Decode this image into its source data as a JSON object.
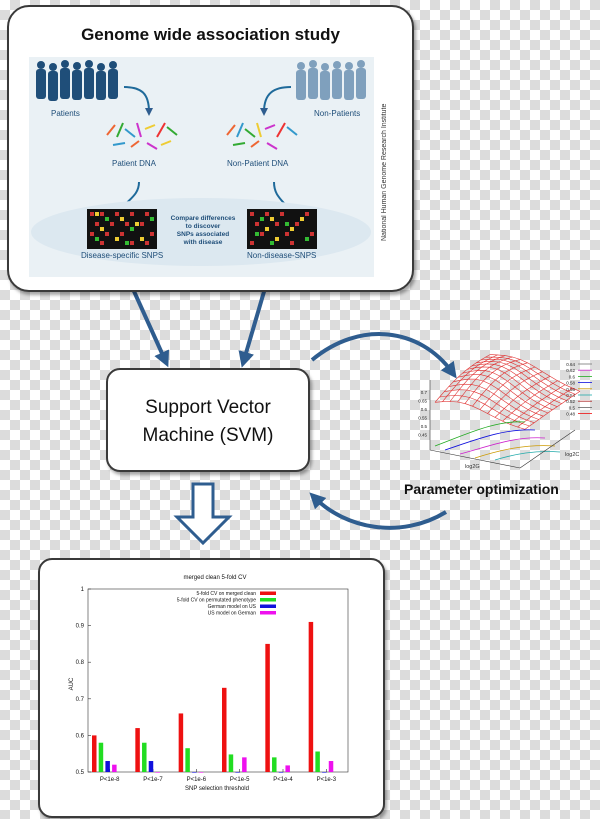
{
  "gwas": {
    "title": "Genome wide association study",
    "patients_label": "Patients",
    "non_patients_label": "Non-Patients",
    "patient_dna_label": "Patient DNA",
    "non_patient_dna_label": "Non-Patient DNA",
    "compare_text_1": "Compare differences",
    "compare_text_2": "to discover",
    "compare_text_3": "SNPs associated",
    "compare_text_4": "with disease",
    "disease_snps_label": "Disease-specific SNPS",
    "non_disease_snps_label": "Non-disease-SNPS",
    "credit": "National Human Genome Research Institute"
  },
  "svm": {
    "line1": "Support Vector",
    "line2": "Machine (SVM)"
  },
  "parameter": {
    "label": "Parameter optimization",
    "legend_values": [
      "0.64",
      "0.62",
      "0.6",
      "0.58",
      "0.56",
      "0.54",
      "0.52",
      "0.5",
      "0.48"
    ],
    "z_ticks": [
      "0.7",
      "0.65",
      "0.6",
      "0.55",
      "0.5",
      "0.45"
    ],
    "axis_label_x": "log2G",
    "axis_label_y": "log2C"
  },
  "colors": {
    "arrow": "#2f5d8f",
    "red": "#ee1111",
    "green": "#22dd22",
    "blue": "#1111dd",
    "magenta": "#ee11ee"
  },
  "chart_data": {
    "type": "bar",
    "title": "merged clean 5-fold CV",
    "xlabel": "SNP selection threshold",
    "ylabel": "AUC",
    "ylim": [
      0.5,
      1
    ],
    "yticks": [
      "0.5",
      "0.6",
      "0.7",
      "0.8",
      "0.9",
      "1"
    ],
    "categories": [
      "P<1e-8",
      "P<1e-7",
      "P<1e-6",
      "P<1e-5",
      "P<1e-4",
      "P<1e-3"
    ],
    "series": [
      {
        "name": "5-fold CV on merged clean",
        "color": "#ee1111",
        "values": [
          0.6,
          0.62,
          0.66,
          0.73,
          0.85,
          0.91
        ]
      },
      {
        "name": "5-fold CV on permutated phenotype",
        "color": "#22dd22",
        "values": [
          0.58,
          0.58,
          0.565,
          0.548,
          0.54,
          0.556
        ]
      },
      {
        "name": "German model on US",
        "color": "#1111dd",
        "values": [
          0.53,
          0.53,
          0.5,
          0.5,
          0.5,
          0.5
        ]
      },
      {
        "name": "US model on German",
        "color": "#ee11ee",
        "values": [
          0.52,
          0.5,
          0.5,
          0.54,
          0.518,
          0.53
        ]
      }
    ]
  }
}
